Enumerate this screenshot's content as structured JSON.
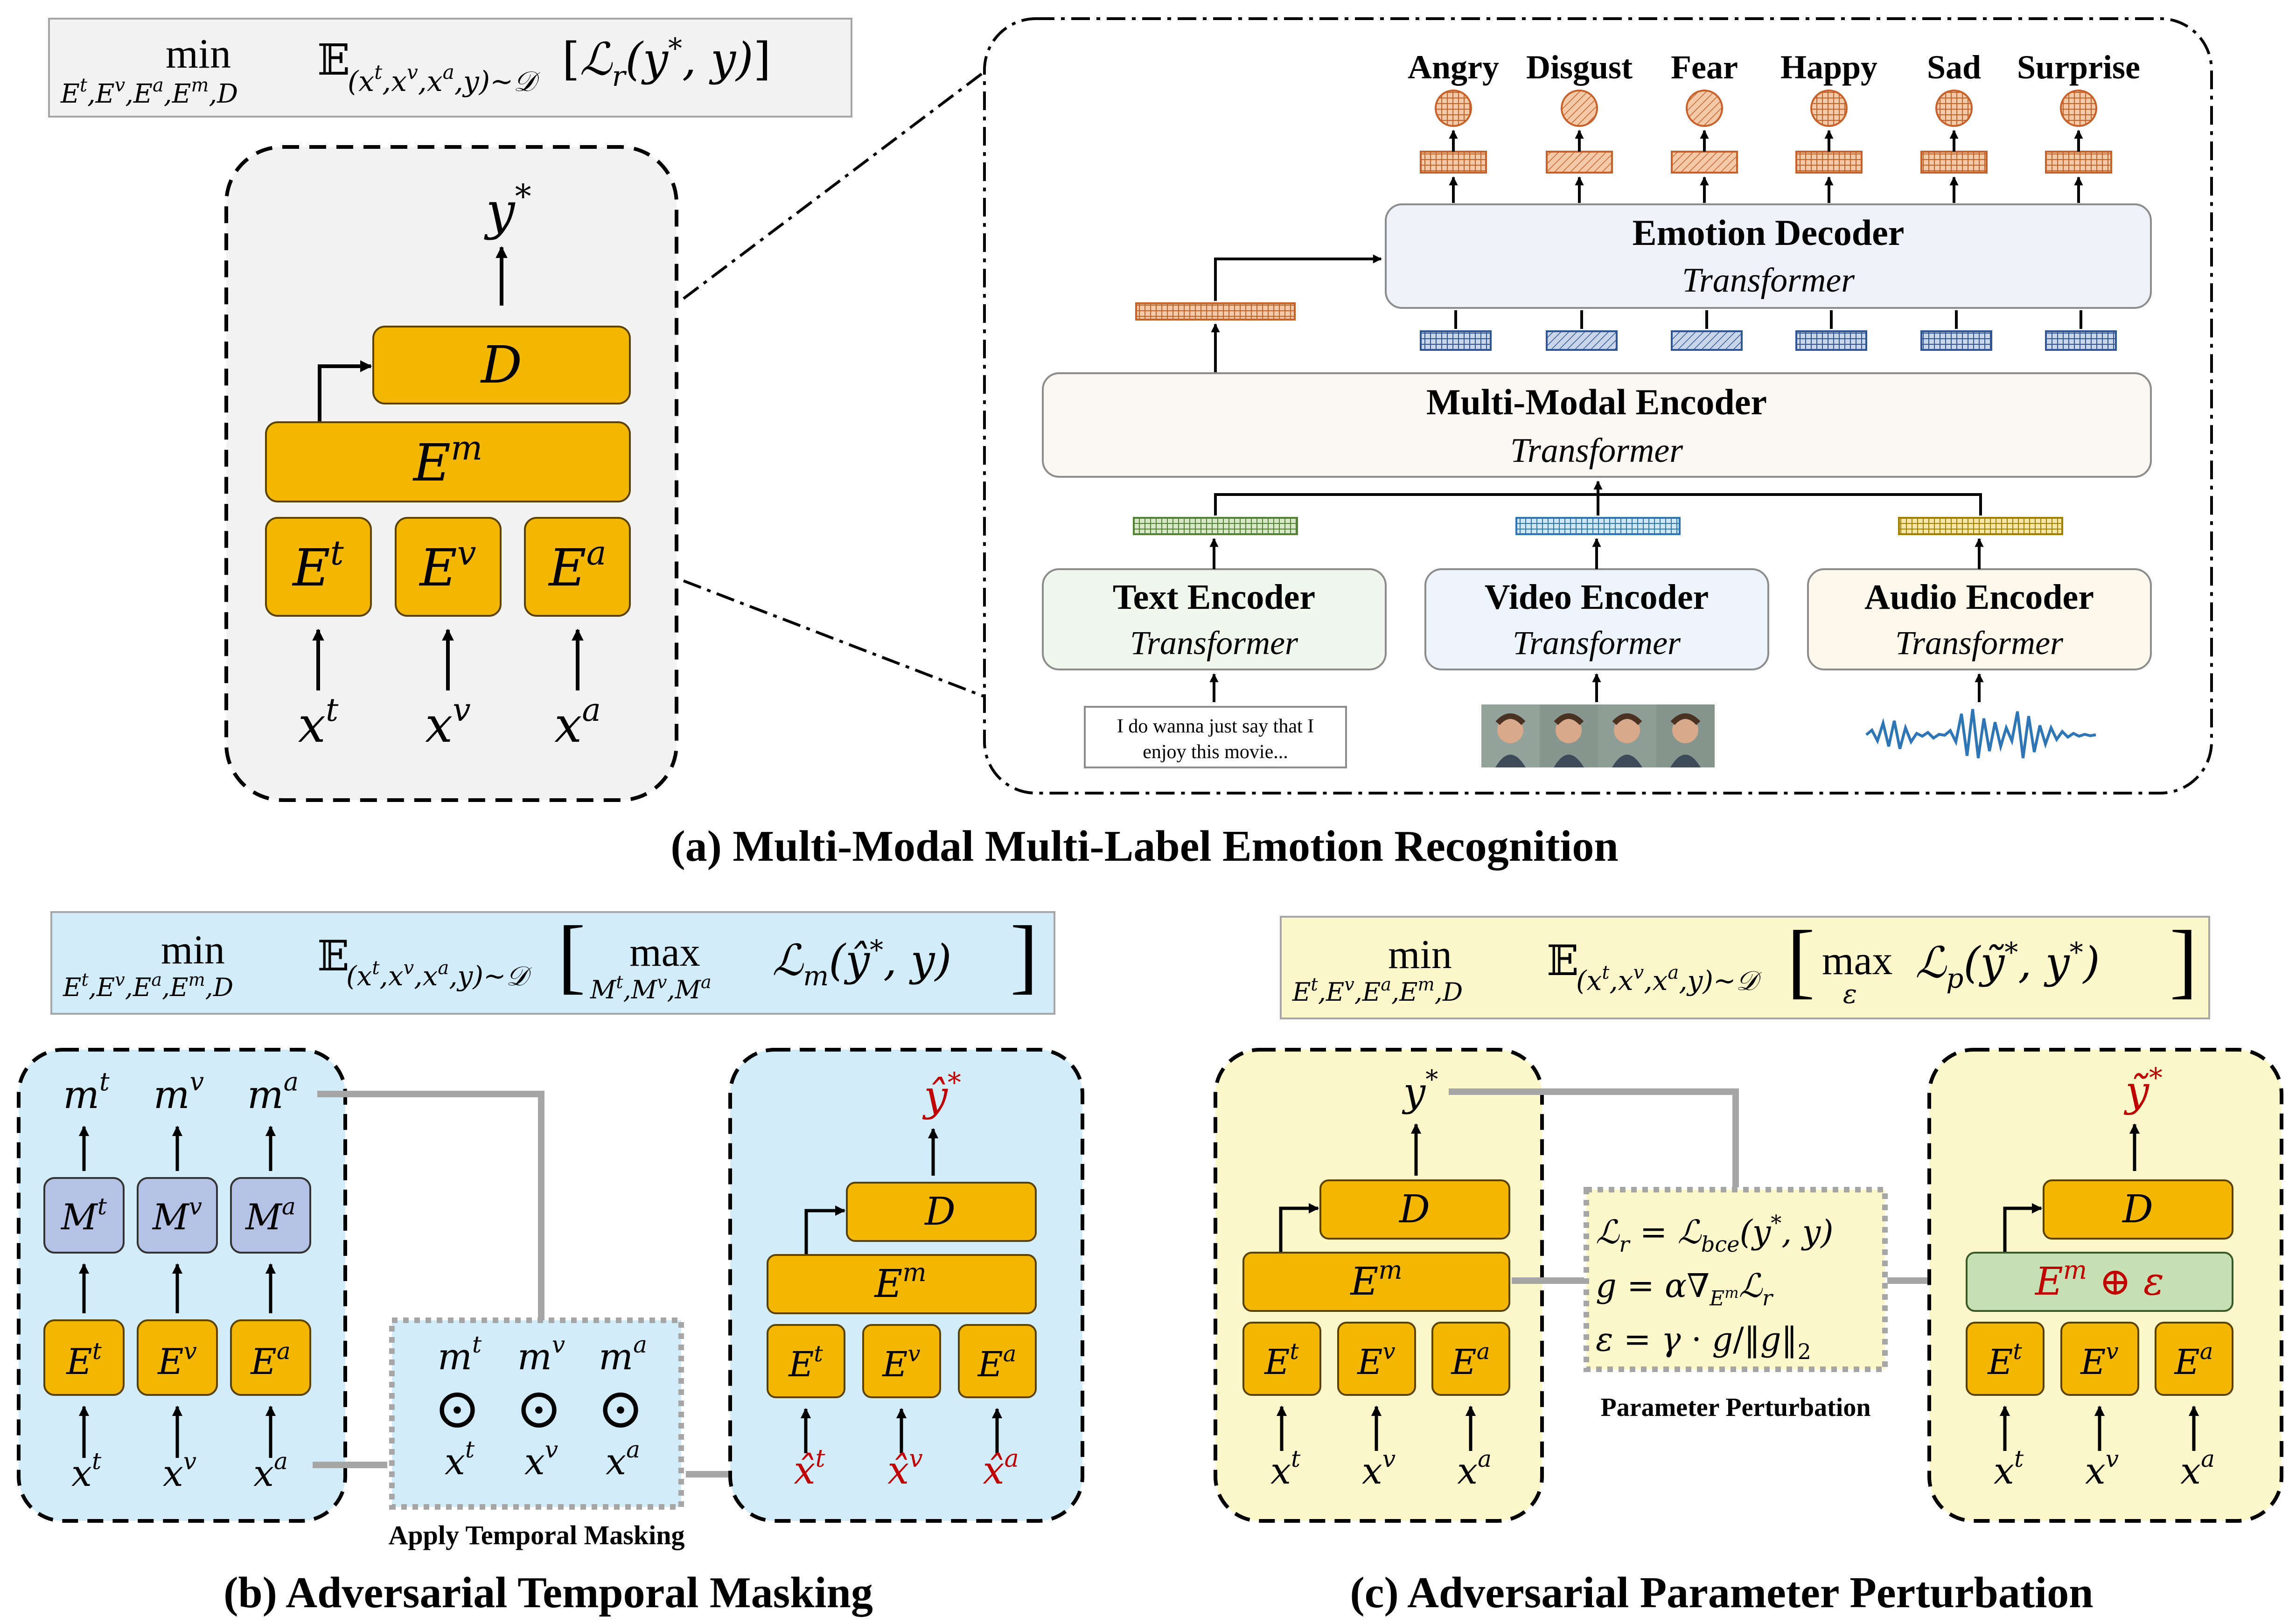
{
  "section_a": {
    "caption": "(a) Multi-Modal Multi-Label Emotion Recognition",
    "objective": "min_{E^t,E^v,E^a,E^m,D} 𝔼_(x^t,x^v,x^a,y)~𝒟 [ℒ_r(y*, y)]",
    "objective_min": "min",
    "objective_min_sub": "E",
    "objective_expect": "𝔼",
    "objective_loss": "ℒ",
    "emotions": [
      "Angry",
      "Disgust",
      "Fear",
      "Happy",
      "Sad",
      "Surprise"
    ],
    "emotion_decoder": {
      "title": "Emotion Decoder",
      "sub": "Transformer"
    },
    "multimodal_encoder": {
      "title": "Multi-Modal Encoder",
      "sub": "Transformer"
    },
    "text_encoder": {
      "title": "Text Encoder",
      "sub": "Transformer"
    },
    "video_encoder": {
      "title": "Video Encoder",
      "sub": "Transformer"
    },
    "audio_encoder": {
      "title": "Audio Encoder",
      "sub": "Transformer"
    },
    "text_input": [
      "I do wanna just say that I",
      "enjoy this movie..."
    ],
    "model": {
      "y": "y",
      "D": "D",
      "E": "E",
      "Em_sup": "m",
      "Et_sup": "t",
      "Ev_sup": "v",
      "Ea_sup": "a",
      "x": "x"
    }
  },
  "section_b": {
    "caption": "(b) Adversarial Temporal Masking",
    "objective": "min_{E^t,E^v,E^a,E^m,D} 𝔼_(x^t,x^v,x^a,y)~𝒟 [ max_{M^t,M^v,M^a} ℒ_m(ŷ*, y) ]",
    "objective_max": "max",
    "mask_label": "Apply Temporal Masking",
    "odot": "⊙",
    "M": "M",
    "m": "m"
  },
  "section_c": {
    "caption": "(c) Adversarial Parameter Perturbation",
    "objective": "min_{E^t,E^v,E^a,E^m,D} 𝔼_(x^t,x^v,x^a,y)~𝒟 [ max_ε ℒ_p(ỹ*, y*) ]",
    "perturb_label": "Parameter Perturbation",
    "eq1": "ℒ_r = ℒ_bce(y*, y)",
    "eq2": "g = α∇_{E^m} ℒ_r",
    "eq3": "ε = γ · g/‖g‖₂",
    "eps": "ε",
    "oplus": "⊕"
  },
  "colors": {
    "orange": "#F3B700",
    "orange_border": "#5a4200",
    "gray_panel": "#f2f2f2",
    "blue_panel": "#d2ecf9",
    "yellow_panel": "#fdf7cc",
    "mask_block": "#b4c2e6",
    "green_block": "#c6e0b4",
    "red_text": "#c00000",
    "gray_line": "#a6a6a6"
  }
}
